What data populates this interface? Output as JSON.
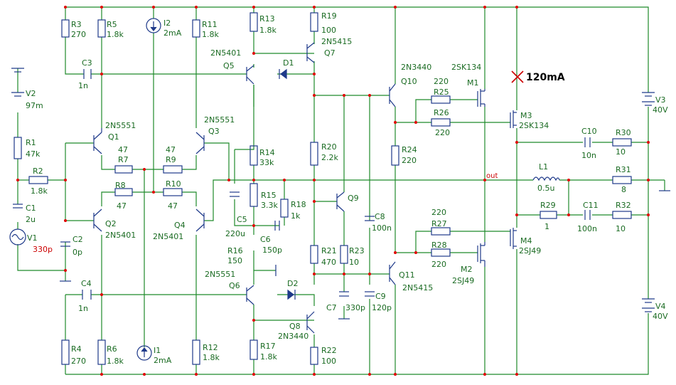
{
  "labels": {
    "R3": "R3",
    "R3v": "270",
    "R5": "R5",
    "R5v": "1.8k",
    "I2": "I2",
    "I2v": "2mA",
    "R11": "R11",
    "R11v": "1.8k",
    "R13": "R13",
    "R13v": "1.8k",
    "R19": "R19",
    "R19v": "100",
    "Q7t": "2N5415",
    "Q7": "Q7",
    "Q5t": "2N5401",
    "Q5": "Q5",
    "D1": "D1",
    "C3": "C3",
    "C3v": "1n",
    "V2": "V2",
    "V2v": "97m",
    "R1": "R1",
    "R1v": "47k",
    "R2": "R2",
    "R2v": "1.8k",
    "Q1t": "2N5551",
    "Q1": "Q1",
    "Q3t": "2N5551",
    "Q3": "Q3",
    "R7": "R7",
    "R7v": "47",
    "R9": "R9",
    "R9v": "47",
    "R8": "R8",
    "R8v": "47",
    "R10": "R10",
    "R10v": "47",
    "Q2": "Q2",
    "Q2t": "2N5401",
    "Q4": "Q4",
    "Q4t": "2N5401",
    "C1": "C1",
    "C1v": "2u",
    "V1": "V1",
    "V1v": "330p",
    "C2": "C2",
    "C2v": "0p",
    "C4": "C4",
    "C4v": "1n",
    "R4": "R4",
    "R4v": "270",
    "R6": "R6",
    "R6v": "1.8k",
    "I1": "I1",
    "I1v": "2mA",
    "R12": "R12",
    "R12v": "1.8k",
    "R14": "R14",
    "R14v": "33k",
    "R15": "R15",
    "R15v": "3.3k",
    "R18": "R18",
    "R18v": "1k",
    "C5": "C5",
    "C5v": "220u",
    "C6": "C6",
    "C6v": "150p",
    "R16": "R16",
    "R16v": "150",
    "Q6t": "2N5551",
    "Q6": "Q6",
    "D2": "D2",
    "Q8": "Q8",
    "Q8t": "2N3440",
    "R17": "R17",
    "R17v": "1.8k",
    "R22": "R22",
    "R22v": "100",
    "R20": "R20",
    "R20v": "2.2k",
    "Q9": "Q9",
    "R21": "R21",
    "R21v": "470",
    "R23": "R23",
    "R23v": "10",
    "C7": "C7",
    "C7v": "330p",
    "C8": "C8",
    "C8v": "100n",
    "C9": "C9",
    "C9v": "120p",
    "Q10t": "2N3440",
    "Q10": "Q10",
    "Q11": "Q11",
    "Q11t": "2N5415",
    "R24": "R24",
    "R24v": "220",
    "M1t": "2SK134",
    "M1": "M1",
    "R25v": "220",
    "R25": "R25",
    "R26": "R26",
    "R26v": "220",
    "M3": "M3",
    "M3t": "2SK134",
    "R27v": "220",
    "R27": "R27",
    "R28": "R28",
    "R28v": "220",
    "M2": "M2",
    "M2t": "2SJ49",
    "M4": "M4",
    "M4t": "2SJ49",
    "meter": "120mA",
    "C10": "C10",
    "C10v": "10n",
    "R30": "R30",
    "R30v": "10",
    "L1": "L1",
    "L1v": "0.5u",
    "R31": "R31",
    "R31v": "8",
    "out": "out",
    "R29": "R29",
    "R29v": "1",
    "C11": "C11",
    "C11v": "100n",
    "R32": "R32",
    "R32v": "10",
    "V3": "V3",
    "V3v": "40V",
    "V4": "V4",
    "V4v": "40V"
  },
  "colors": {
    "wire": "#1f8a2a",
    "component": "#1f3a8a",
    "node": "#e00000",
    "label": "#1a6b22",
    "highlight": "#cc0000"
  }
}
